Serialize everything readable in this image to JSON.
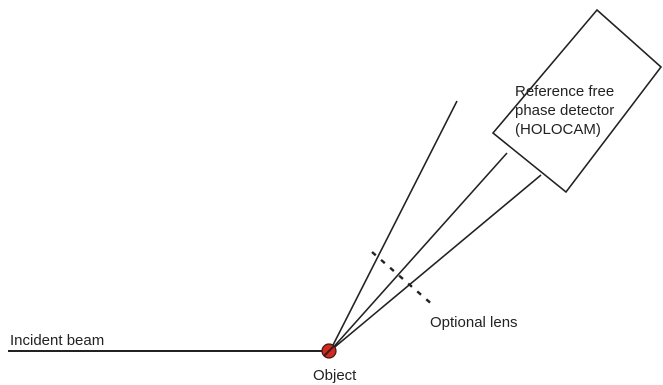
{
  "labels": {
    "incident_beam": "Incident beam",
    "object": "Object",
    "optional_lens": "Optional lens",
    "detector_line1": "Reference free",
    "detector_line2": "phase detector",
    "detector_line3": "(HOLOCAM)"
  },
  "colors": {
    "line": "#222222",
    "object_fill": "#d42a1e",
    "object_stripe": "#3a1a1a",
    "background": "#ffffff"
  }
}
